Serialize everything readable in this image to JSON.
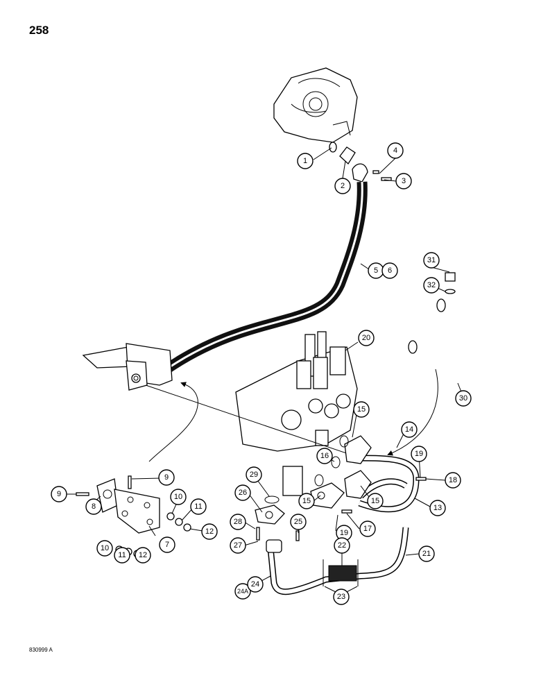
{
  "page_number": "258",
  "drawing_code": "830999 A",
  "callouts": [
    "1",
    "2",
    "3",
    "4",
    "5",
    "6",
    "31",
    "32",
    "20",
    "30",
    "15",
    "14",
    "16",
    "19",
    "18",
    "29",
    "9",
    "9",
    "8",
    "10",
    "11",
    "7",
    "10",
    "11",
    "12",
    "12",
    "26",
    "15",
    "15",
    "13",
    "17",
    "19",
    "28",
    "25",
    "22",
    "21",
    "27",
    "24A",
    "24",
    "23"
  ]
}
